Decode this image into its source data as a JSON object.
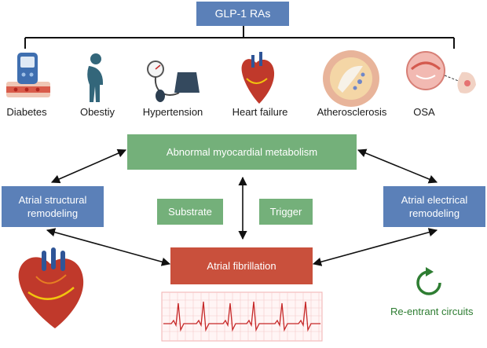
{
  "top": {
    "title": "GLP-1 RAs"
  },
  "conditions": [
    {
      "label": "Diabetes",
      "icon": "glucose-meter-icon"
    },
    {
      "label": "Obestiy",
      "icon": "person-silhouette-icon"
    },
    {
      "label": "Hypertension",
      "icon": "blood-pressure-cuff-icon"
    },
    {
      "label": "Heart failure",
      "icon": "heart-icon"
    },
    {
      "label": "Atherosclerosis",
      "icon": "artery-cross-section-icon"
    },
    {
      "label": "OSA",
      "icon": "airway-icon"
    }
  ],
  "center": {
    "metabolism": "Abnormal myocardial metabolism",
    "substrate": "Substrate",
    "trigger": "Trigger",
    "af": "Atrial fibrillation"
  },
  "left": {
    "structural": "Atrial structural\nremodeling"
  },
  "right": {
    "electrical": "Atrial electrical\nremodeling"
  },
  "reentrant": {
    "label": "Re-entrant circuits"
  },
  "colors": {
    "blue": "#5b80b8",
    "green": "#74b07a",
    "red": "#c9503c",
    "reentrant_green": "#2e7d32"
  }
}
